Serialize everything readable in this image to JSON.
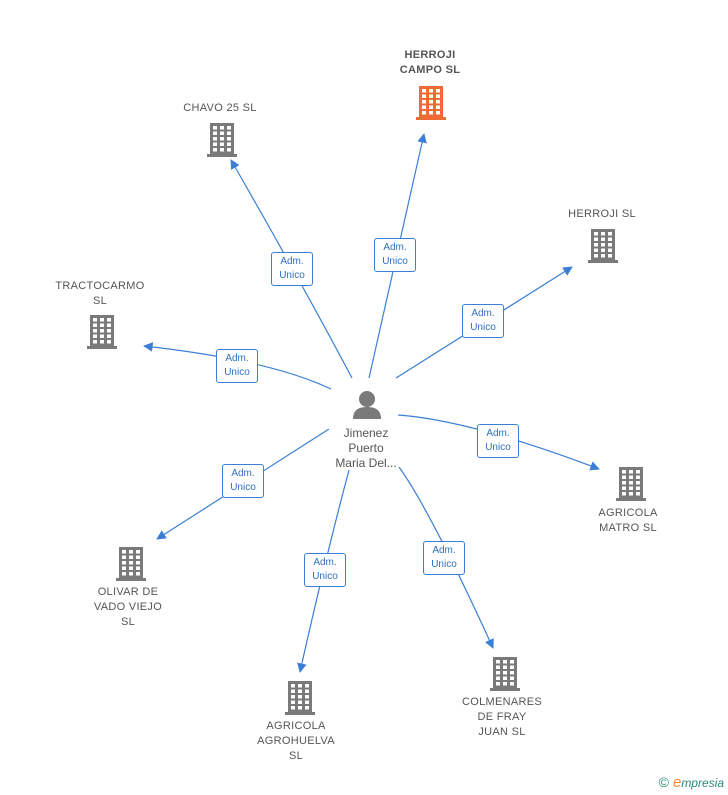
{
  "center": {
    "name": "Jimenez\nPuerto\nMaria Del..."
  },
  "edge_label": "Adm.\nUnico",
  "companies": [
    {
      "id": "herroji-campo",
      "label": "HERROJI\nCAMPO  SL",
      "highlight": true
    },
    {
      "id": "chavo25",
      "label": "CHAVO 25  SL",
      "highlight": false
    },
    {
      "id": "herroji",
      "label": "HERROJI  SL",
      "highlight": false
    },
    {
      "id": "tractocarmo",
      "label": "TRACTOCARMO\nSL",
      "highlight": false
    },
    {
      "id": "agricola-matro",
      "label": "AGRICOLA\nMATRO  SL",
      "highlight": false
    },
    {
      "id": "olivar",
      "label": "OLIVAR DE\nVADO VIEJO\nSL",
      "highlight": false
    },
    {
      "id": "colmenares",
      "label": "COLMENARES\nDE FRAY\nJUAN  SL",
      "highlight": false
    },
    {
      "id": "agrohuelva",
      "label": "AGRICOLA\nAGROHUELVA\nSL",
      "highlight": false
    }
  ],
  "colors": {
    "building": "#7a7a7a",
    "building_highlight": "#f26a35",
    "edge": "#3a7fd5",
    "person": "#7a7a7a"
  },
  "brand": {
    "symbol": "©",
    "e": "e",
    "rest": "mpresia"
  }
}
